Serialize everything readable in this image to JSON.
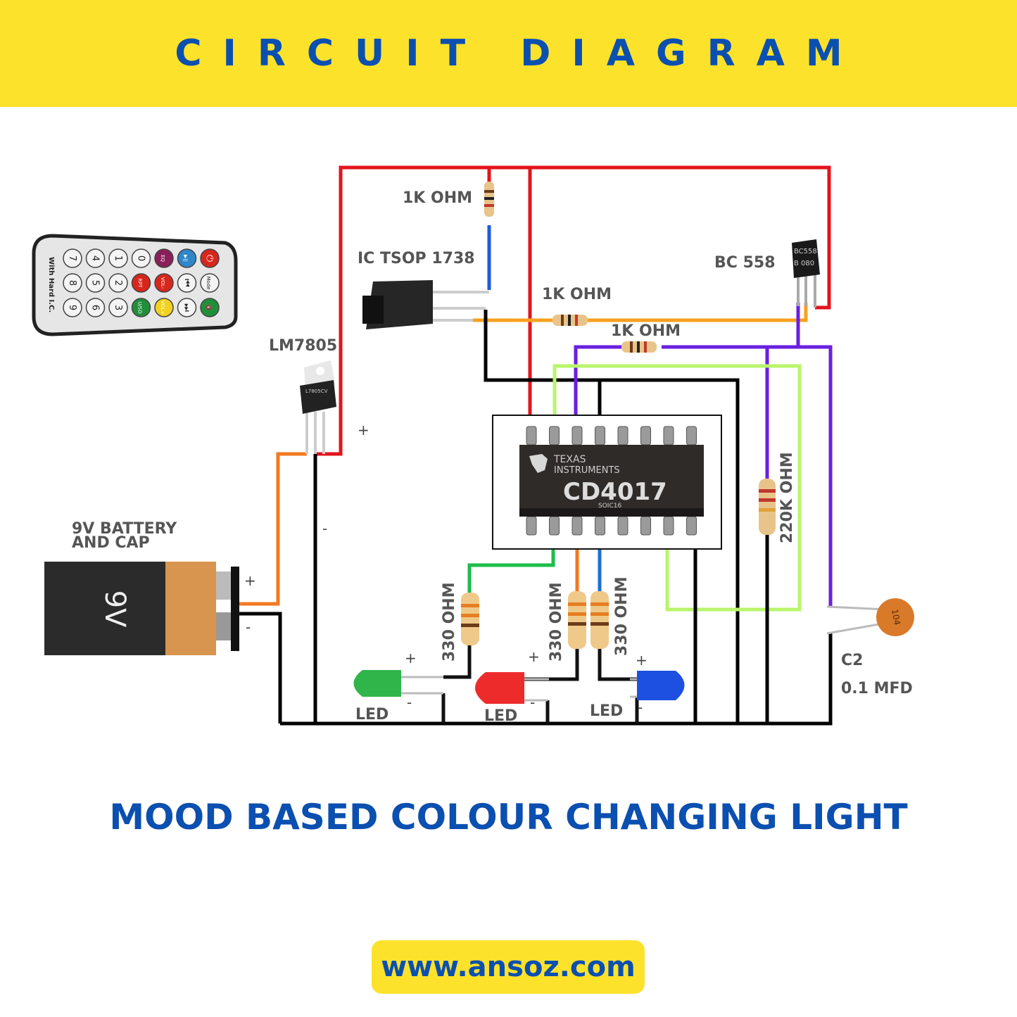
{
  "header": {
    "title": "CIRCUIT DIAGRAM"
  },
  "labels": {
    "r1": "1K OHM",
    "tsop": "IC TSOP 1738",
    "r2": "1K OHM",
    "r3": "1K OHM",
    "bc558": "BC 558",
    "lm7805": "LM7805",
    "battery_line1": "9V BATTERY",
    "battery_line2": "AND CAP",
    "battery_face": "9V",
    "r220k": "220K OHM",
    "r330a": "330 OHM",
    "r330b": "330 OHM",
    "r330c": "330 OHM",
    "led1": "LED",
    "led2": "LED",
    "led3": "LED",
    "c2": "C2",
    "c2_value": "0.1 MFD",
    "cap_marking": "104",
    "plus": "+",
    "minus": "-"
  },
  "chip": {
    "brand_line1": "TEXAS",
    "brand_line2": "INSTRUMENTS",
    "part": "CD4017",
    "package": "SOIC16"
  },
  "transistor": {
    "line1": "BC558",
    "line2": "B 080"
  },
  "regulator": {
    "line1": "L7805CV"
  },
  "remote": {
    "side_text": "With Hard I.C.",
    "row1": [
      "7",
      "4",
      "1",
      "0",
      "EQ",
      "▶||",
      "⏻"
    ],
    "row2": [
      "8",
      "5",
      "2",
      "RPT",
      "VOL-",
      "⏮",
      "Mode"
    ],
    "row3": [
      "9",
      "6",
      "3",
      "U/SD",
      "VOL+",
      "⏭",
      "🔇"
    ]
  },
  "footer": {
    "subtitle": "MOOD BASED COLOUR CHANGING LIGHT",
    "url": "www.ansoz.com"
  },
  "colors": {
    "accent_yellow": "#fde22c",
    "brand_blue": "#0b4fb0"
  }
}
